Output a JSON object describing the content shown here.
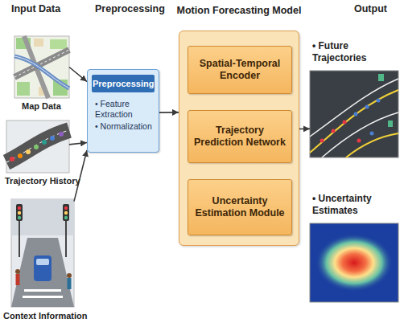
{
  "diagram": {
    "nodes": [
      {
        "text": [
          "Map Data"
        ]
      },
      {
        "text": [
          "Trajectory History"
        ]
      },
      {
        "text": [
          "Context Information"
        ]
      },
      {
        "text": [
          "Preprocessing",
          "• Feature Extraction",
          "• Normalization"
        ]
      },
      {
        "text": [
          "Motion Forecasting Model"
        ]
      },
      {
        "text": [
          "Spatial-Temporal Encoder"
        ],
        "in": 4
      },
      {
        "text": [
          "Trajectory Prediction Network"
        ],
        "in": 4
      },
      {
        "text": [
          "Uncertainty Estimation Module"
        ],
        "in": 4
      },
      {
        "text": [
          "• Future Trajectories"
        ]
      },
      {
        "text": [
          "• Uncertainty Estimates"
        ]
      }
    ],
    "edges": [
      {
        "from": 0,
        "to": 3,
        "arrow": "to"
      },
      {
        "from": 1,
        "to": 3,
        "arrow": "to"
      },
      {
        "from": 2,
        "to": 3,
        "arrow": "to"
      },
      {
        "from": 3,
        "to": 4,
        "arrow": "to"
      },
      {
        "from": 5,
        "to": 6,
        "arrow": "to"
      },
      {
        "from": 6,
        "to": 7,
        "arrow": "to"
      },
      {
        "from": 4,
        "to": 8,
        "arrow": "to"
      }
    ],
    "labels": [
      "Input Data",
      "Preprocessing",
      "Output"
    ]
  }
}
